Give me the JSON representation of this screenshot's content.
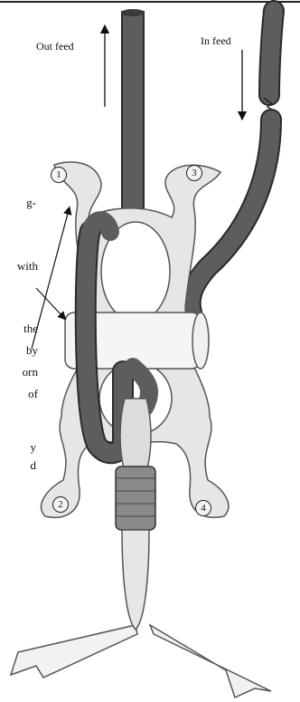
{
  "labels": {
    "out_feed": "Out feed",
    "in_feed": "In feed"
  },
  "markers": [
    "1",
    "2",
    "3",
    "4"
  ],
  "left_text_fragments": [
    "g-",
    "with",
    "the",
    "by",
    "orn",
    "of",
    "y",
    "d"
  ],
  "colors": {
    "rope": "#5d5d5d",
    "rope_outline": "#2a2a2a",
    "metal": "#e6e6e6",
    "metal_outline": "#555555",
    "sling": "#f2f2f2"
  }
}
